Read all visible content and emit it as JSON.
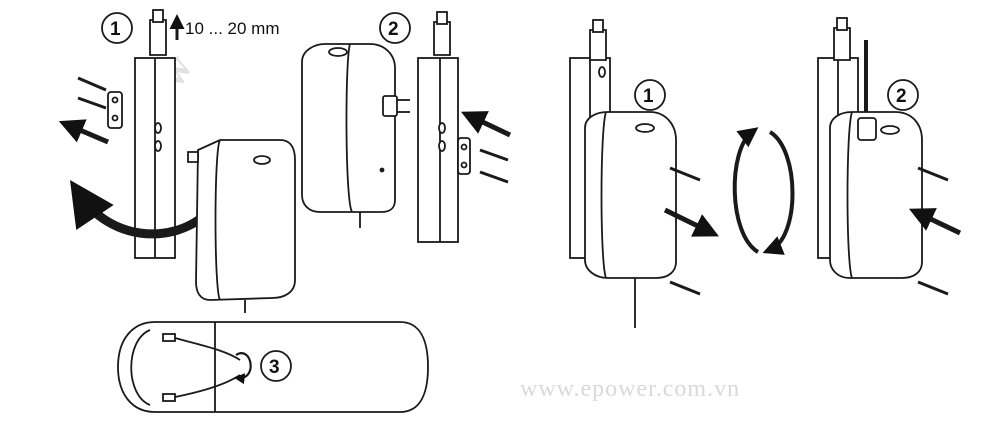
{
  "panel_left": {
    "steps": [
      "1",
      "2",
      "3"
    ],
    "dimension_label": "10 ... 20 mm"
  },
  "panel_right": {
    "steps": [
      "1",
      "2"
    ]
  },
  "watermarks": {
    "footer": "www.epower.com.vn",
    "diagonal": "www"
  },
  "colors": {
    "line": "#1a1a1a",
    "fill": "#ffffff",
    "arrow": "#111111",
    "watermark": "#d9d9d9"
  }
}
